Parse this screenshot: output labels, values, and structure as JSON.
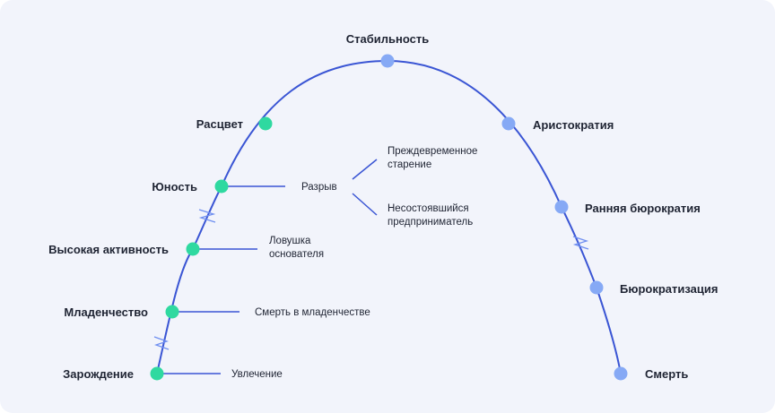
{
  "stages": {
    "zarozhdenie": "Зарождение",
    "mladenchestvo": "Младенчество",
    "aktivnost": "Высокая активность",
    "yunost": "Юность",
    "rastsvet": "Расцвет",
    "stabilnost": "Стабильность",
    "aristokratiya": "Аристократия",
    "rannyaya": "Ранняя бюрократия",
    "biurokratizatsiya": "Бюрократизация",
    "smert": "Смерть"
  },
  "traps": {
    "uvlechenie": "Увлечение",
    "smert_mladenchestvo": "Смерть в младенчестве",
    "lovushka": [
      "Ловушка",
      "основателя"
    ],
    "razryv": "Разрыв",
    "prezhdevremennoe": [
      "Преждевременное",
      "старение"
    ],
    "nesostoyavshiysya": [
      "Несостоявшийся",
      "предприниматель"
    ]
  },
  "colors": {
    "background": "#f2f4fb",
    "curve": "#3a55d4",
    "growth_dot": "#2fd9a0",
    "decline_dot": "#86a9f5",
    "text": "#1f2433",
    "break_marker": "#6f8ff0"
  }
}
